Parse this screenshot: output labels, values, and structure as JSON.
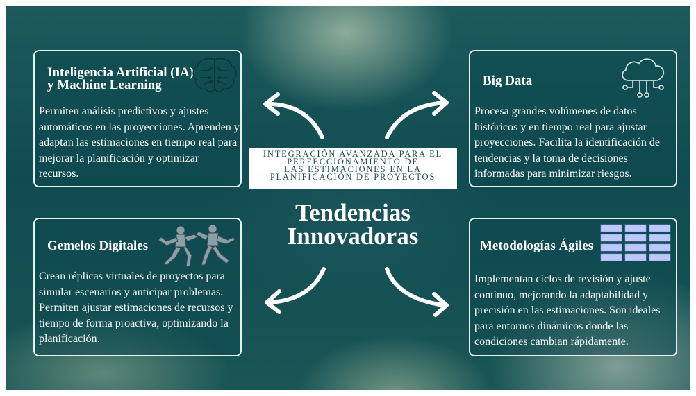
{
  "main_title": "Tendencias\nInnovadoras",
  "subtitle_lines": [
    "Integración avanzada para el",
    "perfeccionamiento de",
    "las estimaciones en la",
    "planificación de proyectos"
  ],
  "cards": {
    "ia": {
      "title": "Inteligencia Artificial (IA)\ny Machine Learning",
      "body": "Permiten análisis predictivos y ajustes automáticos en las proyecciones. Aprenden y adaptan las estimaciones en tiempo real para mejorar la planificación y optimizar recursos.",
      "icon": "brain-circuit-icon"
    },
    "bd": {
      "title": "Big Data",
      "body": "Procesa grandes volúmenes de datos históricos y en tiempo real para ajustar proyecciones. Facilita la identificación de tendencias y la toma de decisiones informadas para minimizar riesgos.",
      "icon": "cloud-network-icon"
    },
    "gd": {
      "title": "Gemelos Digitales",
      "body": "Crean réplicas virtuales de proyectos para simular escenarios y anticipar problemas. Permiten ajustar estimaciones de recursos y tiempo de forma proactiva, optimizando la planificación.",
      "icon": "robots-boxing-icon"
    },
    "ma": {
      "title": "Metodologías Ágiles",
      "body": "Implementan ciclos de revisión y ajuste continuo, mejorando la adaptabilidad y precisión en las estimaciones. Son ideales para entornos dinámicos donde las condiciones cambian rápidamente.",
      "icon": "kanban-board-icon"
    }
  },
  "colors": {
    "background": "#0f4b50",
    "card_border": "#e8f0ee",
    "text": "#ffffff",
    "subtitle_text": "#1d4e52",
    "board_cell": "#bcc8ff"
  }
}
